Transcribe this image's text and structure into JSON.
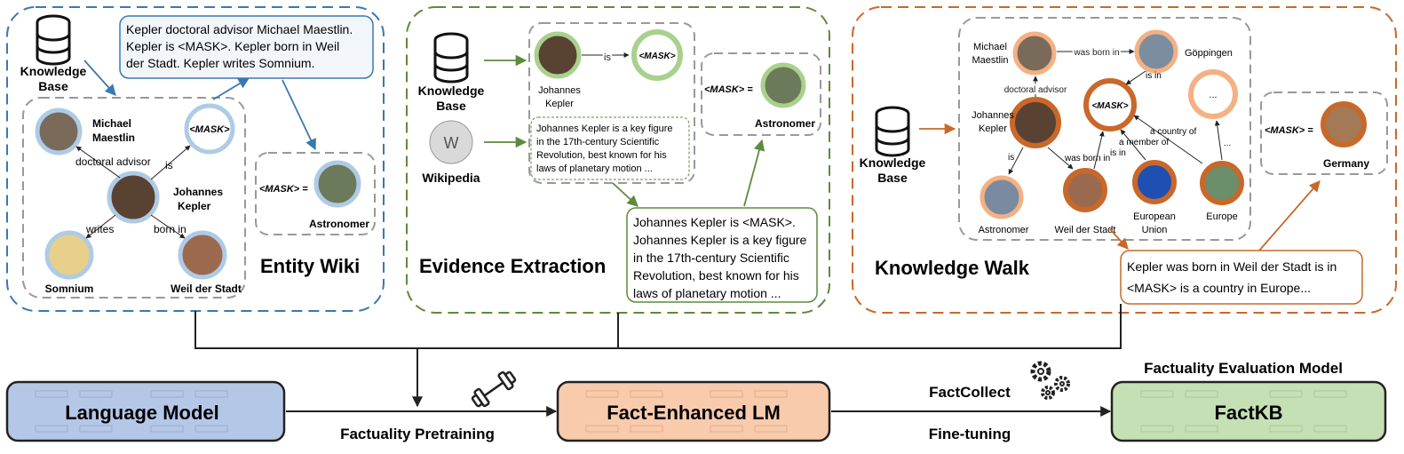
{
  "panels": {
    "entity_wiki": {
      "title": "Entity Wiki",
      "kb_label_1": "Knowledge",
      "kb_label_2": "Base",
      "text_lines": [
        "Kepler doctoral advisor Michael Maestlin.",
        "Kepler is <MASK>. Kepler born in Weil",
        "der Stadt. Kepler writes Somnium."
      ],
      "nodes": {
        "maestlin_1": "Michael",
        "maestlin_2": "Maestlin",
        "mask": "<MASK>",
        "kepler_1": "Johannes",
        "kepler_2": "Kepler",
        "somnium": "Somnium",
        "weil": "Weil der Stadt"
      },
      "edges": {
        "advisor": "doctoral advisor",
        "is": "is",
        "writes": "writes",
        "born": "born in"
      },
      "answer_mask": "<MASK> =",
      "answer": "Astronomer"
    },
    "evidence_extraction": {
      "title": "Evidence Extraction",
      "kb_label_1": "Knowledge",
      "kb_label_2": "Base",
      "wiki_label": "Wikipedia",
      "kepler_1": "Johannes",
      "kepler_2": "Kepler",
      "edge_is": "is",
      "mask": "<MASK>",
      "snippet_lines": [
        "Johannes Kepler is a key figure",
        "in the 17th-century Scientific",
        "Revolution, best known for his",
        "laws of planetary motion ..."
      ],
      "evidence_lines": [
        "Johannes Kepler is  <MASK>.",
        "Johannes Kepler is a key figure",
        "in the 17th-century Scientific",
        "Revolution, best known for his",
        "laws of planetary motion ..."
      ],
      "answer_mask": "<MASK> =",
      "answer": "Astronomer"
    },
    "knowledge_walk": {
      "title": "Knowledge Walk",
      "kb_label_1": "Knowledge",
      "kb_label_2": "Base",
      "nodes": {
        "maestlin_1": "Michael",
        "maestlin_2": "Maestlin",
        "goppingen": "Göppingen",
        "kepler_1": "Johannes",
        "kepler_2": "Kepler",
        "mask": "<MASK>",
        "unknown": "...",
        "astronomer": "Astronomer",
        "weil": "Weil der Stadt",
        "eu_1": "European",
        "eu_2": "Union",
        "europe": "Europe"
      },
      "edges": {
        "was_born_in_top": "was born in",
        "is_in_top": "is in",
        "advisor": "doctoral advisor",
        "is": "is",
        "was_born_in": "was born in",
        "is_in": "is in",
        "member_1": "a country of",
        "member_2": "a member of",
        "dots": "..."
      },
      "walk_lines": [
        "Kepler was born in Weil der Stadt is in",
        "<MASK> is a country in Europe..."
      ],
      "answer_mask": "<MASK> =",
      "answer": "Germany"
    }
  },
  "pipeline": {
    "lm": "Language Model",
    "pretrain_label": "Factuality Pretraining",
    "felm": "Fact-Enhanced LM",
    "factcollect": "FactCollect",
    "finetune_label": "Fine-tuning",
    "eval_title": "Factuality Evaluation Model",
    "factkb": "FactKB"
  },
  "colors": {
    "blue": "#3a78b0",
    "blue_fill": "#aecbe6",
    "green": "#5e8a3c",
    "green_fill": "#a9d18e",
    "orange": "#c8682a",
    "orange_fill": "#f4b183",
    "lm_fill": "#b4c7e7",
    "felm_fill": "#f8cbad",
    "factkb_fill": "#c5e0b4"
  },
  "icons": [
    "database-icon",
    "wikipedia-icon",
    "dumbbell-icon",
    "gears-icon"
  ]
}
